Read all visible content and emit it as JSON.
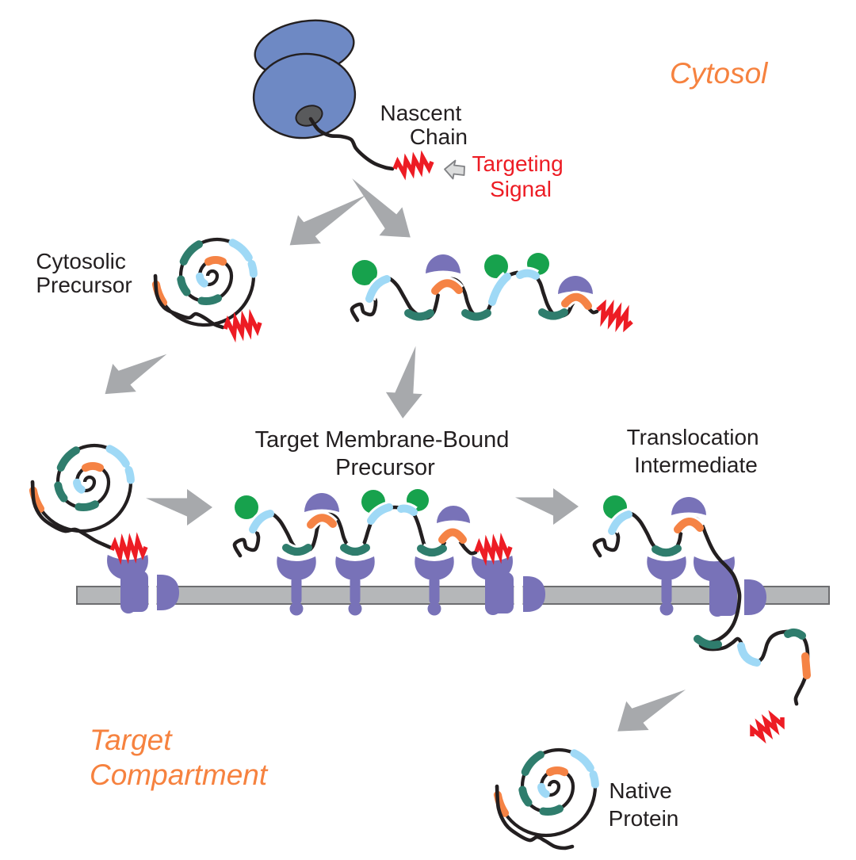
{
  "title": "Protein targeting and translocation pathway diagram",
  "labels": {
    "cytosol": "Cytosol",
    "target_compartment": {
      "line1": "Target",
      "line2": "Compartment"
    },
    "nascent_chain": {
      "line1": "Nascent",
      "line2": "Chain"
    },
    "targeting_signal": {
      "line1": "Targeting",
      "line2": "Signal"
    },
    "cytosolic_precursor": {
      "line1": "Cytosolic",
      "line2": "Precursor"
    },
    "membrane_bound_precursor": {
      "line1": "Target Membrane-Bound",
      "line2": "Precursor"
    },
    "translocation_intermediate": {
      "line1": "Translocation",
      "line2": "Intermediate"
    },
    "native_protein": {
      "line1": "Native",
      "line2": "Protein"
    }
  },
  "palette": {
    "ribosome_blue": "#6e89c4",
    "ribosome_exit_gray": "#595a5c",
    "outline_dark": "#231f20",
    "chaperone_green": "#17a24d",
    "translocon_purple": "#7872b8",
    "segment_teal": "#2f7d6d",
    "segment_orange": "#f58345",
    "segment_sky": "#9fd9f6",
    "signal_red": "#ed1c24",
    "membrane_fill": "#b5b7b9",
    "membrane_edge": "#6d6e70",
    "arrow_gray": "#a7a9ac",
    "pointer_arrow_fill": "#dcdddd",
    "pointer_arrow_edge": "#808184",
    "compartment_text_orange": "#f6823f",
    "label_black": "#231f20"
  }
}
